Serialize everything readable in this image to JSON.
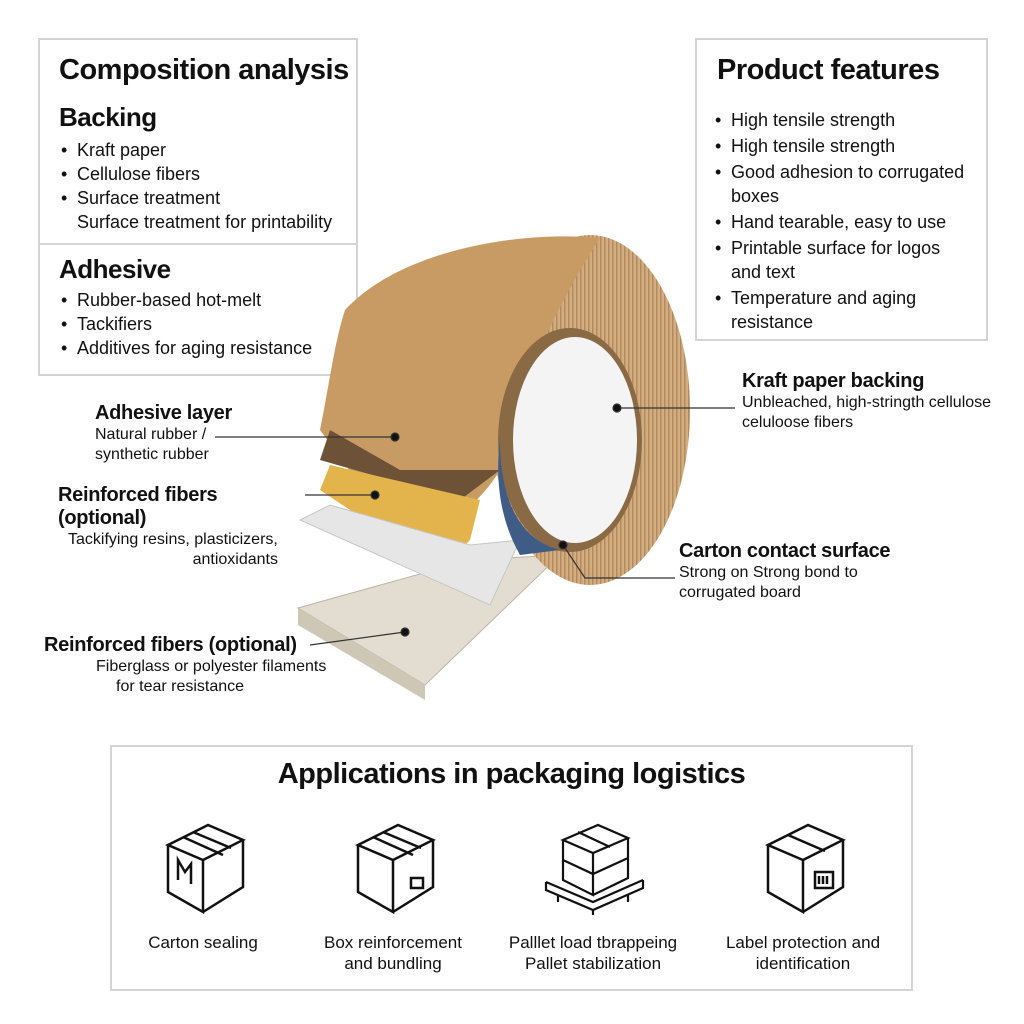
{
  "composition": {
    "title": "Composition analysis",
    "backing": {
      "title": "Backing",
      "items": [
        "Kraft paper",
        "Cellulose fibers",
        "Surface treatment"
      ],
      "extra": "Surface treatment for printability"
    },
    "adhesive": {
      "title": "Adhesive",
      "items": [
        "Rubber-based hot-melt",
        "Tackifiers",
        "Additives for aging resistance"
      ]
    }
  },
  "features": {
    "title": "Product features",
    "items": [
      "High tensile strength",
      "High tensile strength",
      "Good adhesion to corrugated boxes",
      "Hand tearable, easy to use",
      "Printable surface for logos and text",
      "Temperature and aging resistance"
    ]
  },
  "callouts": {
    "adhesive_layer": {
      "title": "Adhesive layer",
      "desc1": "Natural rubber /",
      "desc2": "synthetic rubber"
    },
    "reinforced_1": {
      "title": "Reinforced fibers (optional)",
      "desc1": "Tackifying resins, plasticizers,",
      "desc2": "antioxidants"
    },
    "reinforced_2": {
      "title": "Reinforced fibers (optional)",
      "desc1": "Fiberglass or polyester filaments",
      "desc2": "for tear resistance"
    },
    "kraft": {
      "title": "Kraft paper backing",
      "desc1": "Unbleached, high-stringth cellulose",
      "desc2": "celuloose fibers"
    },
    "carton": {
      "title": "Carton contact surface",
      "desc1": "Strong on Strong bond to",
      "desc2": "corrugated board"
    }
  },
  "applications": {
    "title": "Applications in packaging logistics",
    "items": [
      {
        "icon": "sealed-box-icon",
        "line1": "Carton sealing",
        "line2": ""
      },
      {
        "icon": "labeled-box-icon",
        "line1": "Box reinforcement",
        "line2": "and bundling"
      },
      {
        "icon": "pallet-icon",
        "line1": "Palllet load tbrappeing",
        "line2": "Pallet stabilization"
      },
      {
        "icon": "barcode-box-icon",
        "line1": "Label protection and",
        "line2": "identification"
      }
    ]
  },
  "colors": {
    "kraft": "#c89b65",
    "adhesive": "#6e5238",
    "resin": "#e3b44c",
    "border": "#d4d4d4"
  }
}
